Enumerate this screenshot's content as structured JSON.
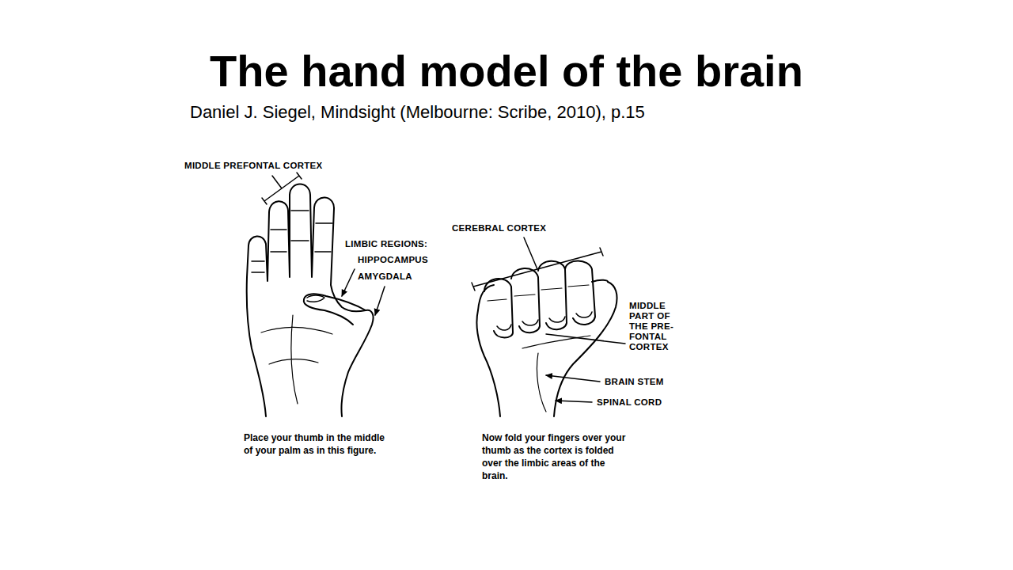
{
  "diagram": {
    "title": "The hand model of the brain",
    "caption": "Daniel J. Siegel, Mindsight (Melbourne: Scribe, 2010), p.15",
    "labels": [
      "MIDDLE PREFONTAL CORTEX",
      "LIMBIC REGIONS:",
      "HIPPOCAMPUS",
      "AMYGDALA",
      "CEREBRAL CORTEX",
      "MIDDLE PART OF THE PRE- FONTAL CORTEX",
      "BRAIN STEM",
      "SPINAL CORD",
      "Place your thumb in the middle of your palm as in this figure.",
      "Now fold your fingers over your thumb as the cortex is folded over the limbic areas of the brain."
    ]
  }
}
